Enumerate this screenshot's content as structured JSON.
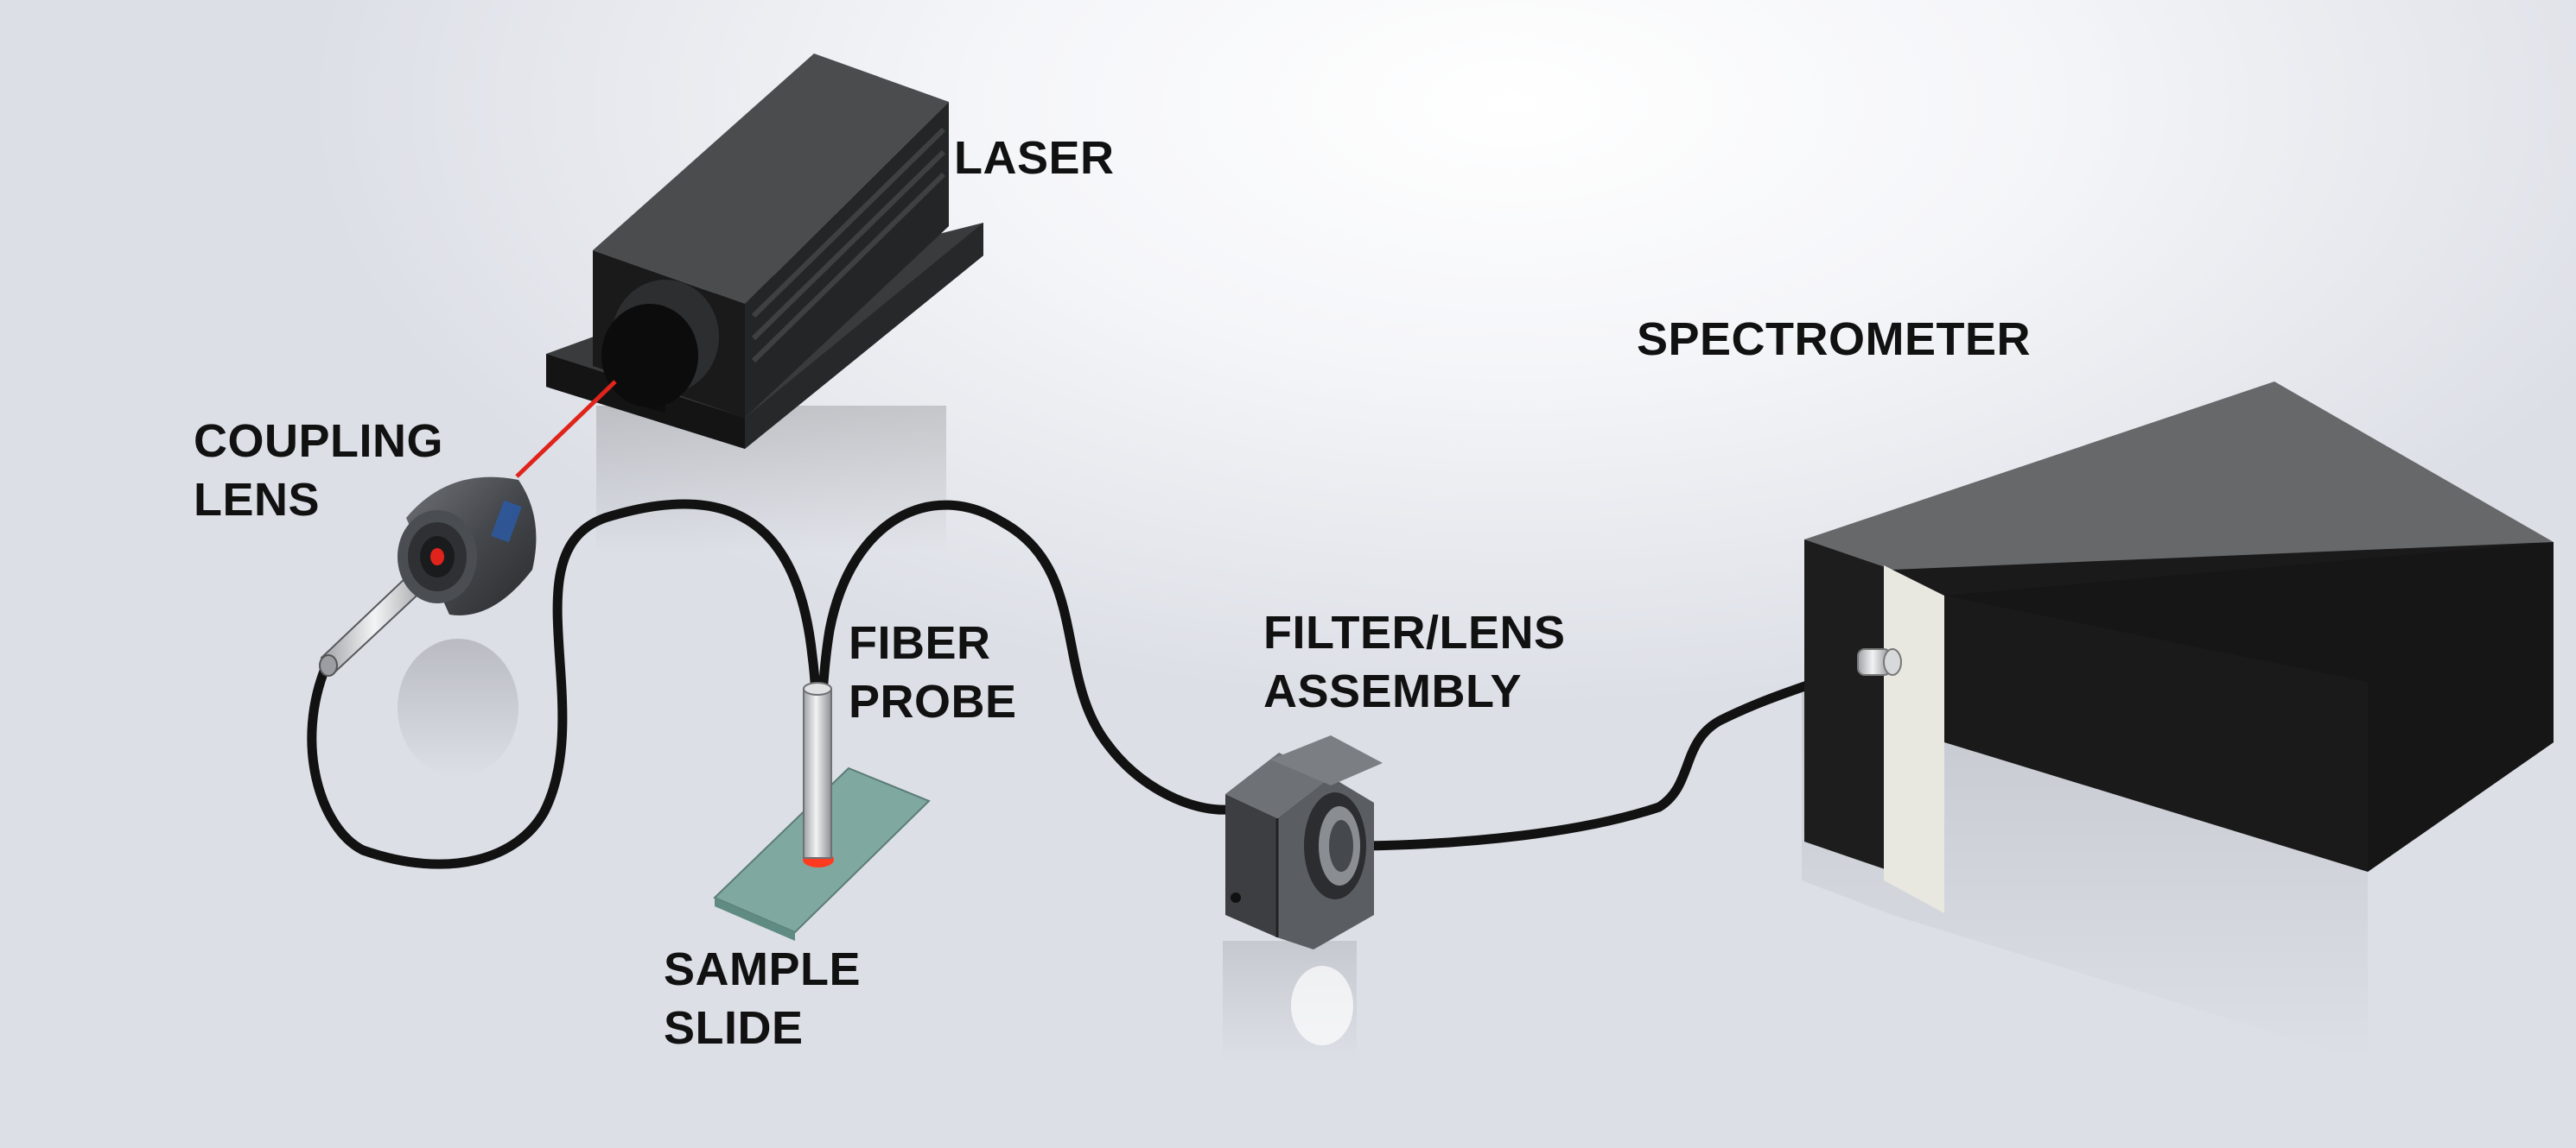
{
  "labels": {
    "laser": "LASER",
    "coupling_lens": [
      "COUPLING",
      "LENS"
    ],
    "fiber_probe": [
      "FIBER",
      "PROBE"
    ],
    "sample_slide": [
      "SAMPLE",
      "SLIDE"
    ],
    "filter_lens_assembly": [
      "FILTER/LENS",
      "ASSEMBLY"
    ],
    "spectrometer": "SPECTROMETER"
  },
  "colors": {
    "laser_beam": "#e0241b",
    "sample_spot": "#ff3b1f",
    "slide": "#7fa8a0",
    "device_body": "#1b1b1c",
    "device_top": "#474849",
    "fiber": "#121212",
    "metal": "#c9cbce"
  }
}
